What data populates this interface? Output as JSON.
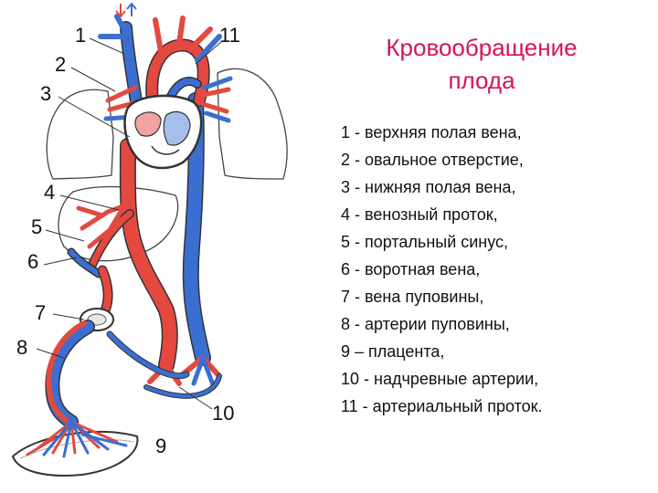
{
  "title": {
    "line1": "Кровообращение",
    "line2": "плода"
  },
  "legend": [
    "1 - верхняя полая вена,",
    "2 - овальное отверстие,",
    "3 - нижняя полая вена,",
    "4 - венозный проток,",
    "5 - портальный синус,",
    "6 - воротная вена,",
    "7 - вена пуповины,",
    "8 - артерии пуповины,",
    "9 – плацента,",
    "10 - надчревные артерии,",
    "11 - артериальный проток."
  ],
  "labels": {
    "n1": "1",
    "n2": "2",
    "n3": "3",
    "n4": "4",
    "n5": "5",
    "n6": "6",
    "n7": "7",
    "n8": "8",
    "n9": "9",
    "n10": "10",
    "n11": "11"
  },
  "colors": {
    "title": "#d4145a",
    "artery": "#e3493f",
    "vein": "#3a6fd1",
    "outline": "#333333"
  }
}
